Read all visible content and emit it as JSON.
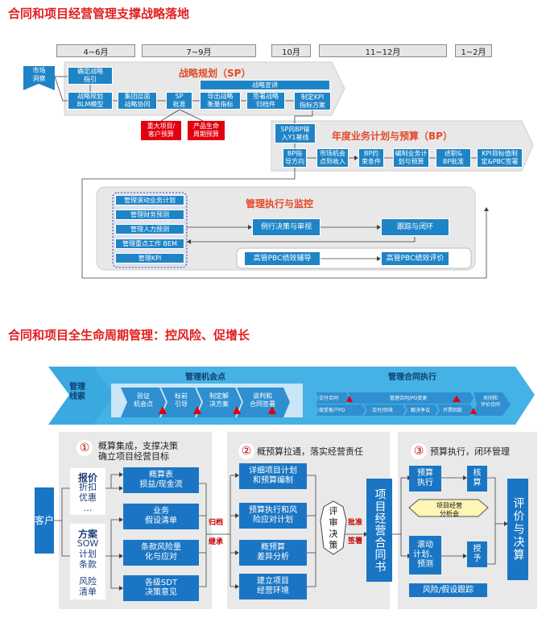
{
  "section1": {
    "title": "合同和项目经营管理支撑战略落地",
    "months": [
      "4~6月",
      "7~9月",
      "10月",
      "11~12月",
      "1~2月"
    ],
    "market": "市场\n洞察",
    "sp": {
      "label": "战略规划（SP）",
      "confirm": "确定战略\n指引",
      "blm": "战略规划\nBLM模型",
      "group": "集团层面\n战略协同",
      "approve": "SP\n批准",
      "publicize": "战略宣讲",
      "export": "导出战略\n衡量指标",
      "sign": "签署战略\n归档件",
      "kpi": "制定KPI\n指标方案",
      "red1": "重大项目/\n客户预算",
      "red2": "产品生命\n周期预算"
    },
    "bp": {
      "label": "年度业务计划与预算（BP）",
      "input": "SP向BP输\n入Y1基线",
      "guide": "BP指\n导方向",
      "market": "市场机会\n点到收入",
      "constraint": "BP约\n束条件",
      "compile": "编制业务计\n划与预算",
      "report": "述职&\nBP批准",
      "kpi": "KPI目标值制\n定&PBC签署"
    },
    "exec": {
      "label": "管理执行与监控",
      "items": [
        "管理滚动业务计划",
        "管理财务预测",
        "管理人力预测",
        "管理重点工作 BEM",
        "管理KPI"
      ],
      "decision": "例行决策与审视",
      "track": "跟踪与闭环",
      "pbc_coach": "高管PBC绩效辅导",
      "pbc_eval": "高管PBC绩效评价"
    }
  },
  "section2": {
    "title": "合同和项目全生命周期管理：控风险、促增长",
    "leads": "管理\n线索",
    "opp_label": "管理机会点",
    "exec_label": "管理合同执行",
    "opp_steps": [
      "验证\n机会点",
      "标前\n引导",
      "制定解\n决方案",
      "谈判和\n合同签署"
    ],
    "exec_top": [
      "交付合同",
      "管理合同/PO变更"
    ],
    "exec_bottom": [
      "接受客户PO",
      "交付/验收",
      "解决争议",
      "开票回款"
    ],
    "close": "关闭和\n评价合同",
    "p1": {
      "num": "①",
      "head": "概算集成，支撑决策\n确立项目经营目标",
      "quote_bold": "报价",
      "quote_rest": "折扣\n优惠\n…",
      "plan_bold": "方案",
      "plan_rest": "SOW\n计划\n条款",
      "risk": "风险\n清单",
      "boxes": [
        "概算表\n损益/现金流",
        "业务\n假设清单",
        "条款风险量\n化与应对",
        "各级SDT\n决策意见"
      ]
    },
    "customer": "客户",
    "archive": "归档",
    "inherit": "继承",
    "p2": {
      "num": "②",
      "head": "概预算拉通，落实经营责任",
      "boxes": [
        "详细项目计划\n和预算编制",
        "预算执行和风\n险应对计划",
        "概预算\n差异分析",
        "建立项目\n经营环境"
      ],
      "review": "评\n审\n决\n策",
      "approve": "批准",
      "signed": "签署",
      "book": "项目经营合同书"
    },
    "p3": {
      "num": "③",
      "head": "预算执行，闭环管理",
      "exec": "预算\n执行",
      "check": "核\n算",
      "meeting": "项目经营\n分析会",
      "rolling": "滚动\n计划、\n预测",
      "grant": "授\n予",
      "risk": "风险/假设跟踪",
      "eval": "评价与决算"
    }
  }
}
